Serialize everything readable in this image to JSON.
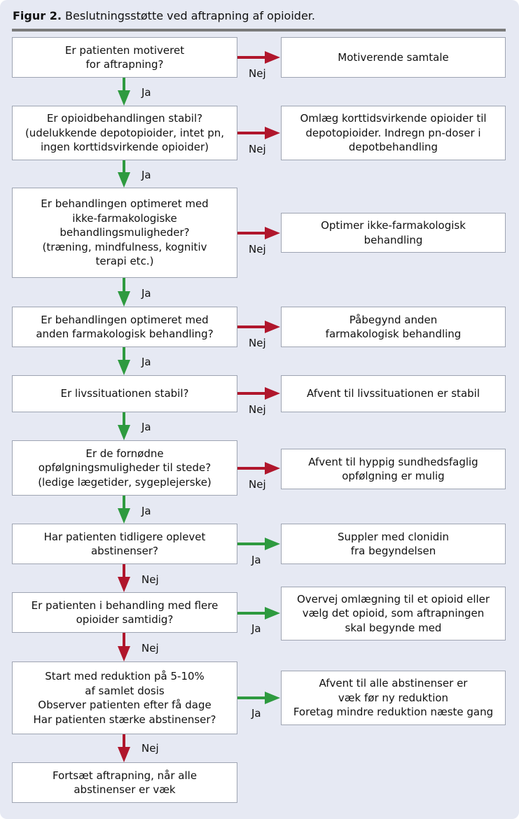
{
  "title": {
    "prefix": "Figur 2.",
    "text": "Beslutningsstøtte ved aftrapning af opioider."
  },
  "colors": {
    "yes": "#2e9a3f",
    "no": "#b0162c",
    "panel": "#e6e9f3",
    "rule": "#7a7a7a"
  },
  "steps": [
    {
      "question": "Er patienten motiveret\nfor aftrapning?",
      "side_text": "Motiverende samtale",
      "side_label": "Nej",
      "side_kind": "no",
      "down_label": "Ja",
      "down_kind": "yes"
    },
    {
      "question": "Er opioidbehandlingen stabil?\n(udelukkende depotopioider, intet pn,\ningen korttidsvirkende opioider)",
      "side_text": "Omlæg korttidsvirkende opioider til\ndepotopioider. Indregn pn-doser i\ndepotbehandling",
      "side_label": "Nej",
      "side_kind": "no",
      "down_label": "Ja",
      "down_kind": "yes"
    },
    {
      "question": "Er behandlingen optimeret med\nikke-farmakologiske\nbehandlingsmuligheder?\n(træning, mindfulness, kognitiv\nterapi etc.)",
      "side_text": "Optimer ikke-farmakologisk\nbehandling",
      "side_label": "Nej",
      "side_kind": "no",
      "down_label": "Ja",
      "down_kind": "yes"
    },
    {
      "question": "Er behandlingen optimeret med\nanden farmakologisk behandling?",
      "side_text": "Påbegynd anden\nfarmakologisk behandling",
      "side_label": "Nej",
      "side_kind": "no",
      "down_label": "Ja",
      "down_kind": "yes"
    },
    {
      "question": "Er livssituationen stabil?",
      "side_text": "Afvent til livssituationen er stabil",
      "side_label": "Nej",
      "side_kind": "no",
      "down_label": "Ja",
      "down_kind": "yes"
    },
    {
      "question": "Er de fornødne\nopfølgningsmuligheder til stede?\n(ledige lægetider, sygeplejerske)",
      "side_text": "Afvent til hyppig sundhedsfaglig\nopfølgning er mulig",
      "side_label": "Nej",
      "side_kind": "no",
      "down_label": "Ja",
      "down_kind": "yes"
    },
    {
      "question": "Har patienten tidligere oplevet\nabstinenser?",
      "side_text": "Suppler med clonidin\nfra begyndelsen",
      "side_label": "Ja",
      "side_kind": "yes",
      "down_label": "Nej",
      "down_kind": "no"
    },
    {
      "question": "Er patienten i behandling med flere\nopioider samtidig?",
      "side_text": "Overvej omlægning til et opioid eller\nvælg det opioid, som aftrapningen\nskal begynde med",
      "side_label": "Ja",
      "side_kind": "yes",
      "down_label": "Nej",
      "down_kind": "no"
    },
    {
      "question": "Start med reduktion på 5-10%\naf samlet dosis\nObserver patienten efter få dage\nHar patienten stærke abstinenser?",
      "side_text": "Afvent til alle abstinenser er\nvæk før ny reduktion\nForetag mindre reduktion næste gang",
      "side_label": "Ja",
      "side_kind": "yes",
      "down_label": "Nej",
      "down_kind": "no"
    },
    {
      "question": "Fortsæt aftrapning, når alle\nabstinenser er væk"
    }
  ]
}
